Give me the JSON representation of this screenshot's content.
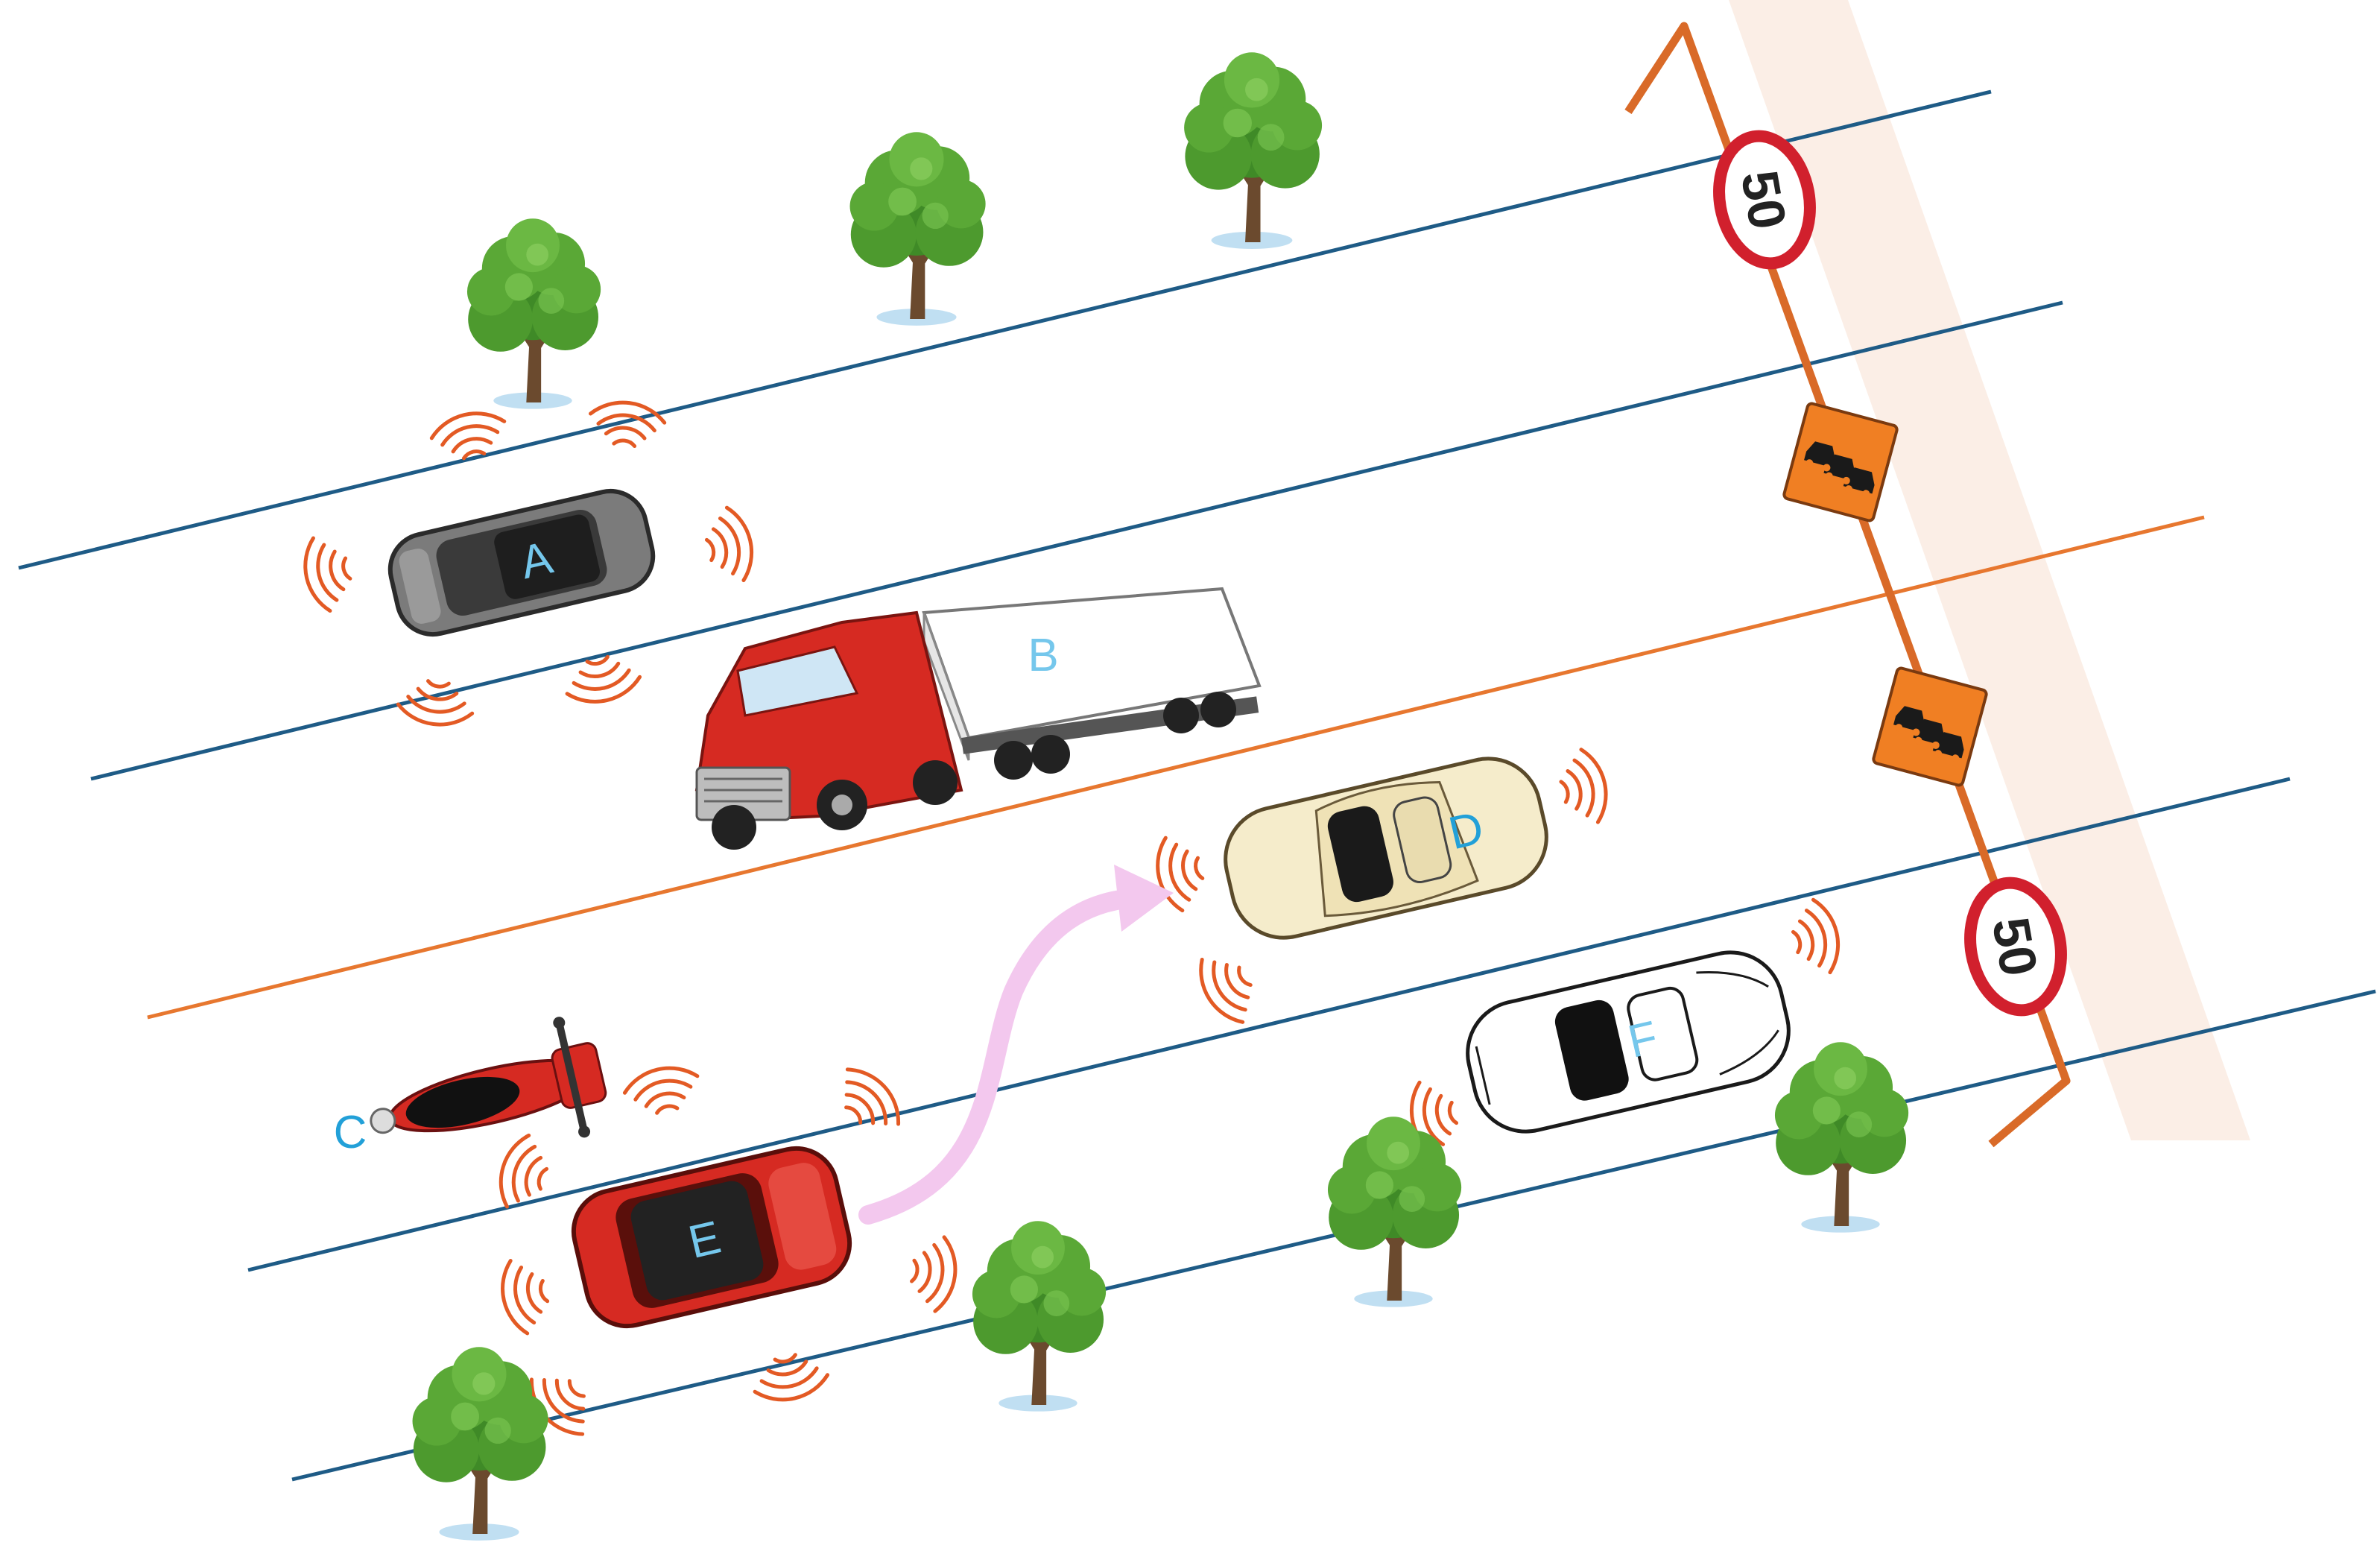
{
  "colors": {
    "lane_line": "#1e5b86",
    "lane_center": "#e7772f",
    "label_light": "#75c7ec",
    "label_dark": "#22a0d8",
    "signal": "#e35a24",
    "sign_pole": "#d96a28",
    "warning_sign": "#f07f23",
    "path_arrow": "#f3c8ee",
    "car_red": "#d62a22",
    "car_grey": "#7b7b7b",
    "car_cream": "#f5eccb",
    "tree_green": "#4d9a2e"
  },
  "vehicles": [
    {
      "id": "A",
      "label": "A",
      "kind": "car",
      "color": "grey"
    },
    {
      "id": "B",
      "label": "B",
      "kind": "truck",
      "color": "red"
    },
    {
      "id": "C",
      "label": "C",
      "kind": "motorcycle",
      "color": "red"
    },
    {
      "id": "D",
      "label": "D",
      "kind": "car",
      "color": "cream"
    },
    {
      "id": "E",
      "label": "E",
      "kind": "car",
      "color": "red"
    },
    {
      "id": "F",
      "label": "F",
      "kind": "car",
      "color": "white"
    }
  ],
  "speed_signs": [
    {
      "value": "50"
    },
    {
      "value": "50"
    }
  ],
  "warning_signs": [
    {
      "icon": "traffic-jam-icon"
    },
    {
      "icon": "traffic-jam-icon"
    }
  ],
  "maneuver": {
    "vehicle": "E",
    "type": "lane-change-arrow"
  }
}
